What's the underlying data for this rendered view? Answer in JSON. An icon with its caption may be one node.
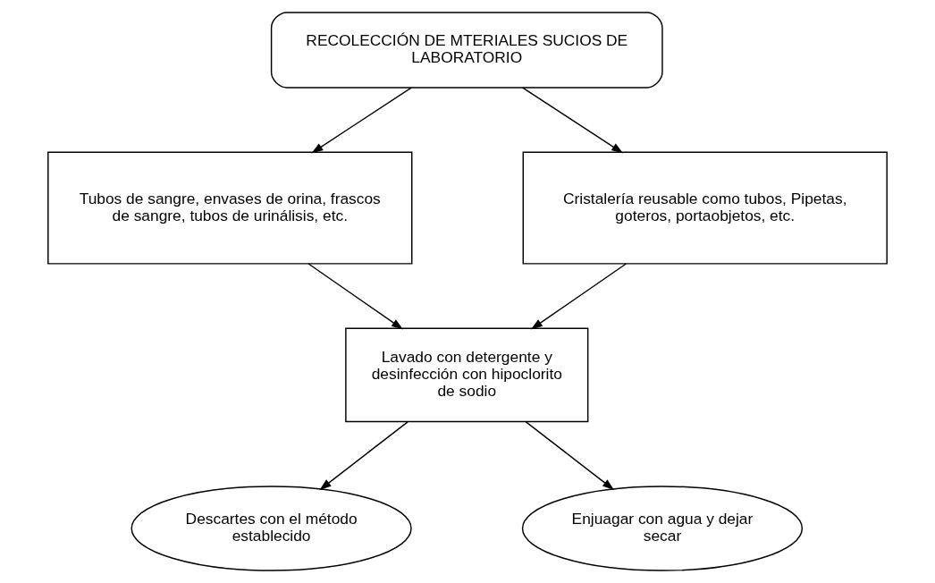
{
  "diagram": {
    "nodes": [
      {
        "text": [
          "RECOLECCIÓN DE MTERIALES SUCIOS DE LABORATORIO"
        ]
      },
      {
        "text": [
          "Tubos de sangre, envases de orina, frascos de sangre, tubos de urinálisis, etc."
        ]
      },
      {
        "text": [
          "Cristalería reusable como tubos, Pipetas, goteros, portaobjetos, etc."
        ]
      },
      {
        "text": [
          "Lavado con detergente y desinfección con hipoclorito de sodio"
        ]
      },
      {
        "text": [
          "Descartes con el método establecido"
        ]
      },
      {
        "text": [
          "Enjuagar con agua y dejar secar"
        ]
      }
    ],
    "edges": [
      {
        "from": 0,
        "to": 1,
        "arrow": "to"
      },
      {
        "from": 0,
        "to": 2,
        "arrow": "to"
      },
      {
        "from": 1,
        "to": 3,
        "arrow": "to"
      },
      {
        "from": 2,
        "to": 3,
        "arrow": "to"
      },
      {
        "from": 3,
        "to": 4,
        "arrow": "to"
      },
      {
        "from": 3,
        "to": 5,
        "arrow": "to"
      }
    ]
  }
}
